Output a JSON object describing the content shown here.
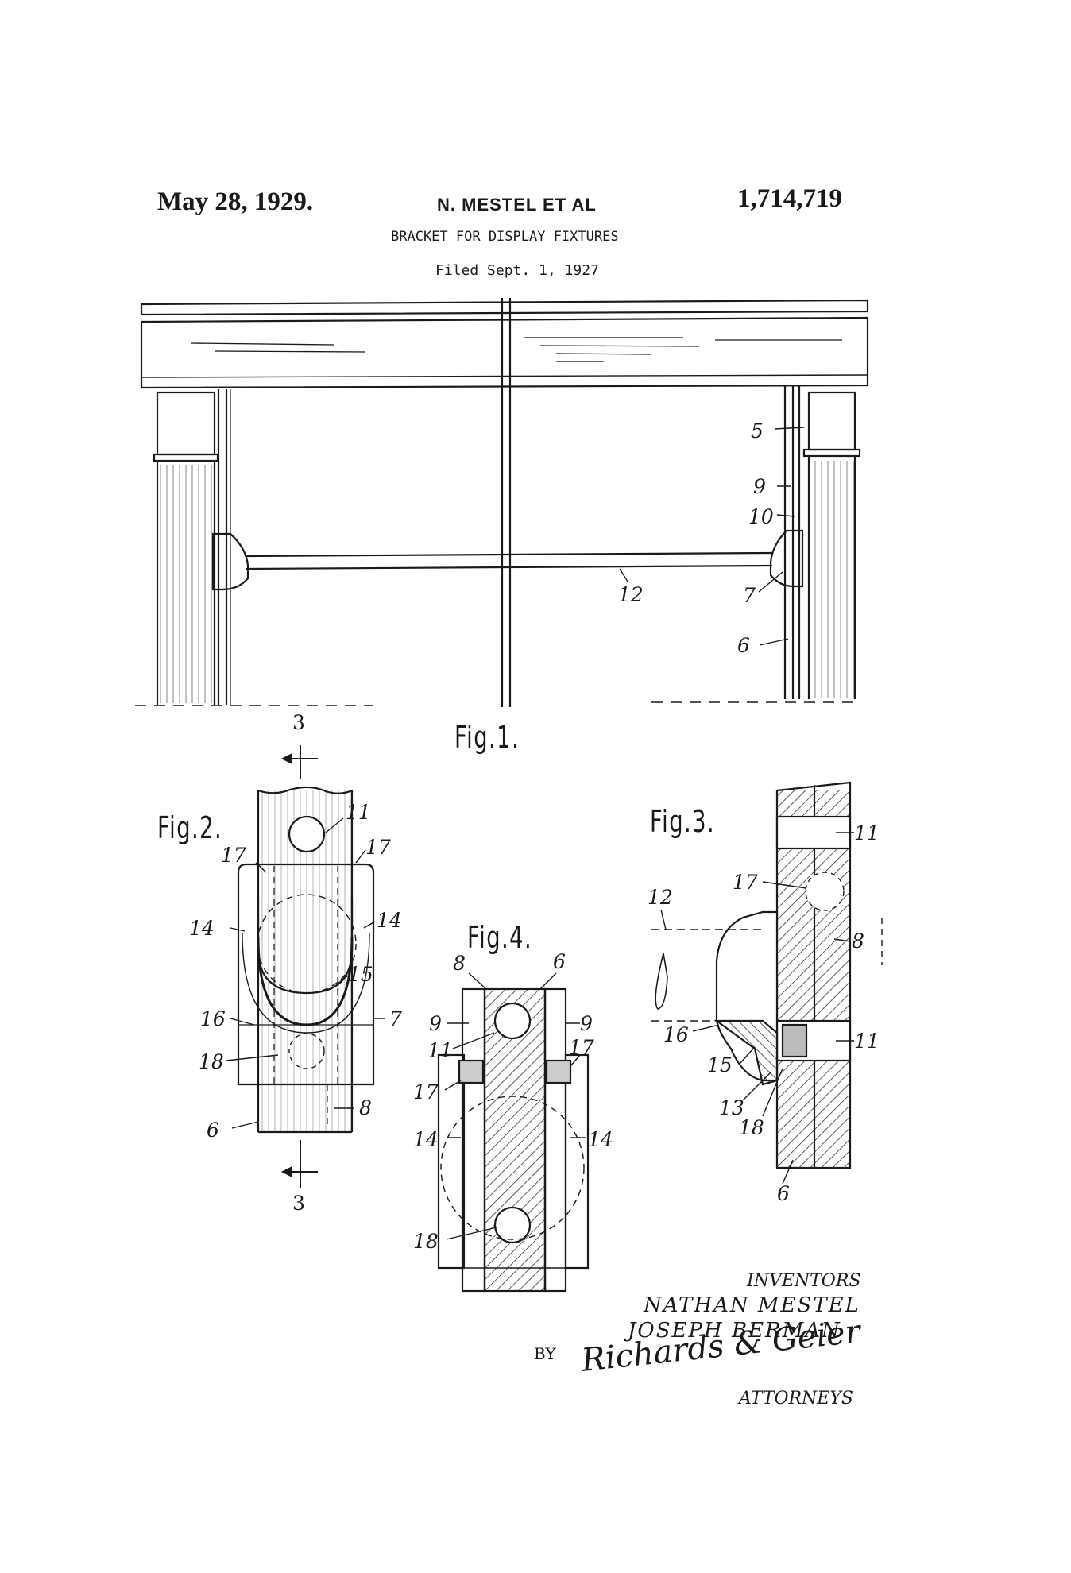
{
  "header": {
    "date": "May 28, 1929.",
    "inventor_short": "N. MESTEL ET AL",
    "patent_number": "1,714,719",
    "title": "BRACKET FOR DISPLAY FIXTURES",
    "filed": "Filed Sept. 1, 1927"
  },
  "figures": {
    "fig1": "Fig.1.",
    "fig2": "Fig.2.",
    "fig3": "Fig.3.",
    "fig4": "Fig.4."
  },
  "section": {
    "top": "3",
    "bottom": "3"
  },
  "refs": {
    "fig1": [
      "5",
      "9",
      "10",
      "12",
      "7",
      "6"
    ],
    "fig2": [
      "11",
      "17",
      "17",
      "14",
      "14",
      "15",
      "16",
      "7",
      "18",
      "6",
      "8"
    ],
    "fig4": [
      "8",
      "6",
      "9",
      "9",
      "11",
      "17",
      "17",
      "14",
      "14",
      "18"
    ],
    "fig3": [
      "11",
      "17",
      "12",
      "8",
      "16",
      "15",
      "13",
      "18",
      "11",
      "6"
    ]
  },
  "signature": {
    "inventors_label": "INVENTORS",
    "inventor_1": "NATHAN MESTEL",
    "inventor_2": "JOSEPH BERMAN",
    "by": "BY",
    "attorney_signature": "Richards & Geier",
    "attorneys_label": "ATTORNEYS"
  }
}
